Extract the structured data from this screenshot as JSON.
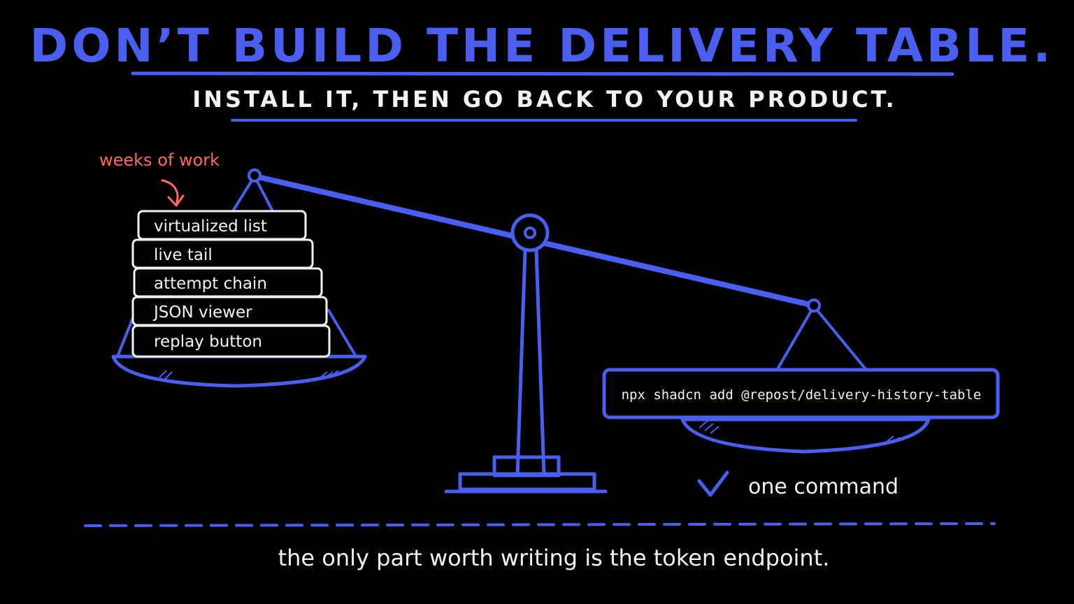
{
  "title": "DON’T BUILD THE DELIVERY TABLE.",
  "subtitle": "INSTALL IT, THEN GO BACK TO YOUR PRODUCT.",
  "left_pan": {
    "annotation": "weeks of work",
    "blocks": [
      "virtualized list",
      "live tail",
      "attempt chain",
      "JSON viewer",
      "replay button"
    ]
  },
  "right_pan": {
    "command": "npx shadcn add @repost/delivery-history-table",
    "check_label": "one command"
  },
  "footer": "the only part worth writing is the token endpoint.",
  "colors": {
    "background": "#000000",
    "accent_blue": "#4a5ef0",
    "annotation_red": "#ff6a5a",
    "text_white": "#f2f2f2"
  }
}
